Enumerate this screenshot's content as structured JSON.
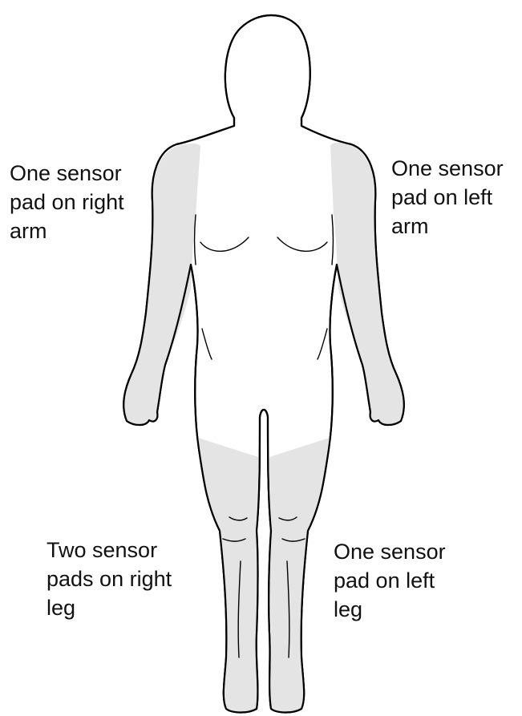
{
  "labels": {
    "right_arm": [
      "One sensor",
      "pad on right",
      "arm"
    ],
    "left_arm": [
      "One sensor",
      "pad on left",
      "arm"
    ],
    "right_leg": [
      "Two sensor",
      "pads on right",
      "leg"
    ],
    "left_leg": [
      "One sensor",
      "pad on left",
      "leg"
    ]
  },
  "colors": {
    "outline": "#000000",
    "shading": "#e4e4e4",
    "body_fill": "#ffffff"
  }
}
